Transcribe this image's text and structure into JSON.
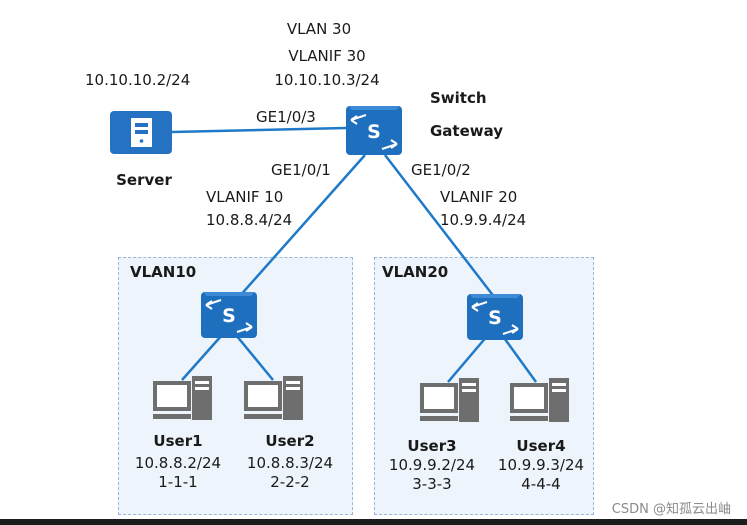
{
  "colors": {
    "link": "#1e79c8",
    "switch_fill": "#1f6fbf",
    "zone_fill": "#eef4fb",
    "zone_border": "#9ab8d8"
  },
  "switch": {
    "label_line1": "Switch",
    "label_line2": "Gateway",
    "vlan30": "VLAN 30",
    "vlanif30": "VLANIF 30",
    "vlanif30_ip": "10.10.10.3/24"
  },
  "server": {
    "label": "Server",
    "ip": "10.10.10.2/24",
    "port": "GE1/0/3"
  },
  "link_left": {
    "port": "GE1/0/1",
    "vlanif": "VLANIF 10",
    "ip": "10.8.8.4/24"
  },
  "link_right": {
    "port": "GE1/0/2",
    "vlanif": "VLANIF 20",
    "ip": "10.9.9.4/24"
  },
  "zones": {
    "vlan10": "VLAN10",
    "vlan20": "VLAN20"
  },
  "users": [
    {
      "name": "User1",
      "ip": "10.8.8.2/24",
      "id": "1-1-1"
    },
    {
      "name": "User2",
      "ip": "10.8.8.3/24",
      "id": "2-2-2"
    },
    {
      "name": "User3",
      "ip": "10.9.9.2/24",
      "id": "3-3-3"
    },
    {
      "name": "User4",
      "ip": "10.9.9.3/24",
      "id": "4-4-4"
    }
  ],
  "switch_letter": "S",
  "watermark": "CSDN @知孤云出岫"
}
